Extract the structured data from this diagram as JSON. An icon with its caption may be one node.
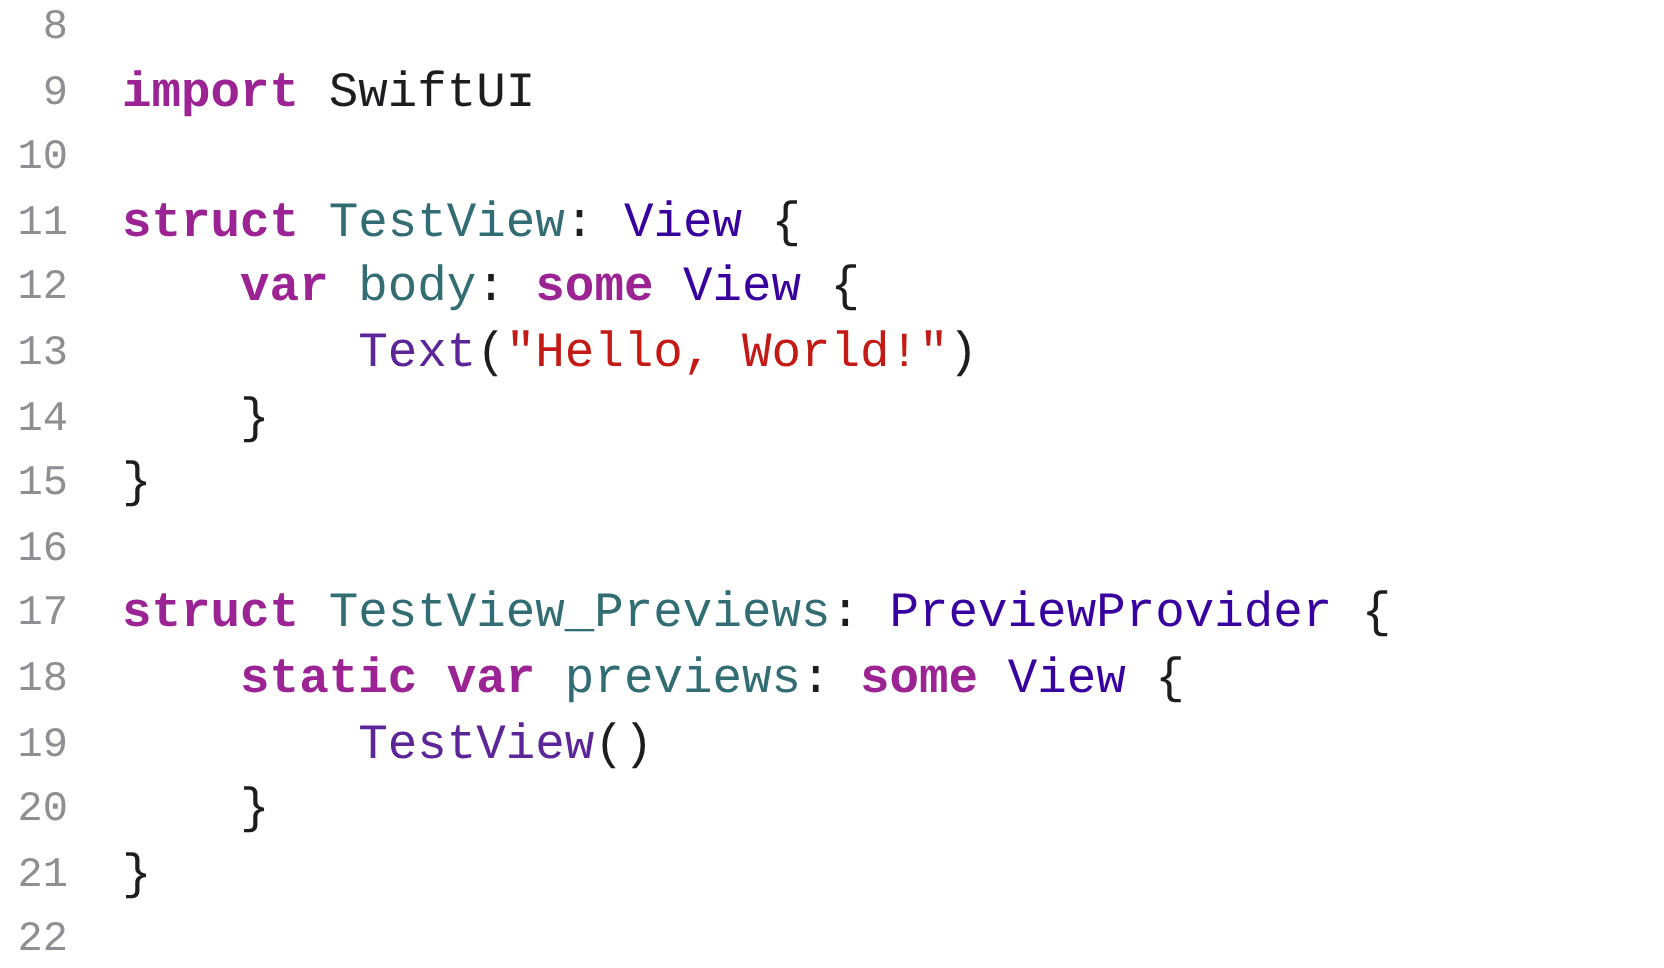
{
  "diagram": {
    "labels": [
      "8",
      "9",
      "import SwiftUI",
      "10",
      "11",
      "struct TestView: View {",
      "12",
      "    var body: some View {",
      "13",
      "        Text(\"Hello, World!\")",
      "14",
      "    }",
      "15",
      "}",
      "16",
      "17",
      "struct TestView_Previews: PreviewProvider {",
      "18",
      "    static var previews: some View {",
      "19",
      "        TestView()",
      "20",
      "    }",
      "21",
      "}",
      "22"
    ]
  }
}
